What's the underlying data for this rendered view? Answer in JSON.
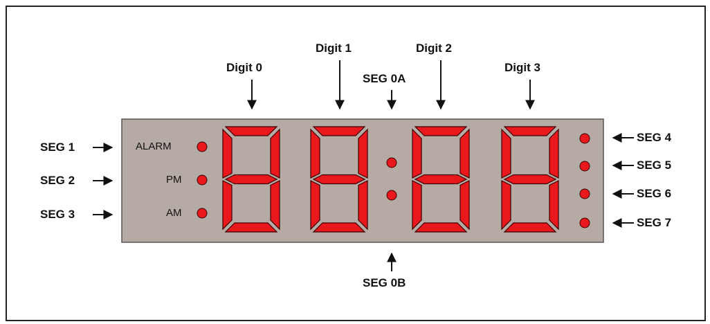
{
  "digit_labels": [
    "Digit 0",
    "Digit 1",
    "Digit 2",
    "Digit 3"
  ],
  "colon_labels": {
    "top": "SEG 0A",
    "bottom": "SEG 0B"
  },
  "left_segments": [
    "SEG 1",
    "SEG 2",
    "SEG 3"
  ],
  "right_segments": [
    "SEG 4",
    "SEG 5",
    "SEG 6",
    "SEG 7"
  ],
  "indicators": [
    "ALARM",
    "PM",
    "AM"
  ],
  "colors": {
    "panel": "#b5aba4",
    "segment": "#e8181c",
    "segment_outline": "#3a0000",
    "arrow": "#111111"
  }
}
